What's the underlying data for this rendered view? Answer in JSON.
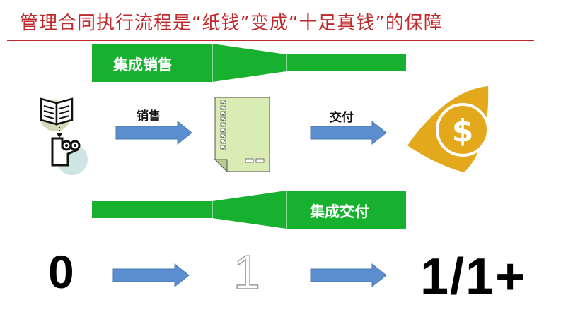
{
  "slide": {
    "title": "管理合同执行流程是“纸钱”变成“十足真钱”的保障"
  },
  "bands": {
    "top_label": "集成销售",
    "bottom_label": "集成交付",
    "color": "#17b12f"
  },
  "flow": {
    "arrow1_label": "销售",
    "arrow2_label": "交付",
    "arrow_color": "#5b8ecf"
  },
  "stages": {
    "start": "0",
    "middle": "1",
    "end": "1/1+"
  },
  "icons": {
    "book": "book-icon",
    "person": "person-icon",
    "document": "contract-document-icon",
    "coin": "dollar-coin-icon"
  },
  "colors": {
    "title": "#c0292b",
    "coin": "#e3a81c",
    "document": "#d9ecb4"
  }
}
